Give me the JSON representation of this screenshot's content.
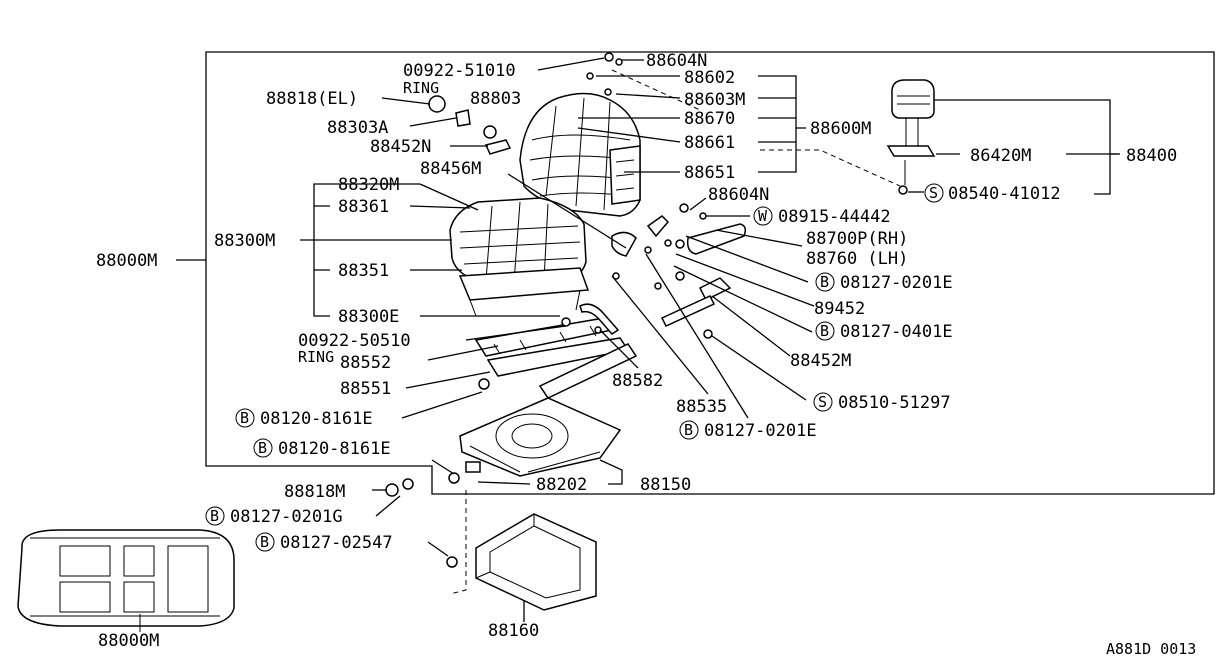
{
  "diagram": {
    "code": "A881D 0013",
    "vehicle_label": "88000M",
    "frame_label": "88000M",
    "labels": [
      {
        "id": "00922-51010",
        "text": "00922-51010"
      },
      {
        "id": "ring1",
        "text": "RING"
      },
      {
        "id": "88604N-a",
        "text": "88604N"
      },
      {
        "id": "88602",
        "text": "88602"
      },
      {
        "id": "88603M",
        "text": "88603M"
      },
      {
        "id": "88670",
        "text": "88670"
      },
      {
        "id": "88661",
        "text": "88661"
      },
      {
        "id": "88651",
        "text": "88651"
      },
      {
        "id": "88600M",
        "text": "88600M"
      },
      {
        "id": "88604N-b",
        "text": "88604N"
      },
      {
        "id": "88818EL",
        "text": "88818(EL)"
      },
      {
        "id": "88803",
        "text": "88803"
      },
      {
        "id": "88303A",
        "text": "88303A"
      },
      {
        "id": "88452N",
        "text": "88452N"
      },
      {
        "id": "88456M",
        "text": "88456M"
      },
      {
        "id": "88320M",
        "text": "88320M"
      },
      {
        "id": "88361",
        "text": "88361"
      },
      {
        "id": "88300M",
        "text": "88300M"
      },
      {
        "id": "88351",
        "text": "88351"
      },
      {
        "id": "88300E",
        "text": "88300E"
      },
      {
        "id": "00922-50510",
        "text": "00922-50510"
      },
      {
        "id": "ring2",
        "text": "RING"
      },
      {
        "id": "88552",
        "text": "88552"
      },
      {
        "id": "88551",
        "text": "88551"
      },
      {
        "id": "08120-8161E-a",
        "text": "08120-8161E",
        "prefix": "B"
      },
      {
        "id": "08120-8161E-b",
        "text": "08120-8161E",
        "prefix": "B"
      },
      {
        "id": "88582",
        "text": "88582"
      },
      {
        "id": "88535",
        "text": "88535"
      },
      {
        "id": "08127-0201E-c",
        "text": "08127-0201E",
        "prefix": "B"
      },
      {
        "id": "86420M",
        "text": "86420M"
      },
      {
        "id": "88400",
        "text": "88400"
      },
      {
        "id": "08540-41012",
        "text": "08540-41012",
        "prefix": "S"
      },
      {
        "id": "08915-44442",
        "text": "08915-44442",
        "prefix": "W"
      },
      {
        "id": "88700P",
        "text": "88700P(RH)"
      },
      {
        "id": "88760",
        "text": "88760 (LH)"
      },
      {
        "id": "08127-0201E-a",
        "text": "08127-0201E",
        "prefix": "B"
      },
      {
        "id": "89452",
        "text": "89452"
      },
      {
        "id": "08127-0401E",
        "text": "08127-0401E",
        "prefix": "B"
      },
      {
        "id": "88452M",
        "text": "88452M"
      },
      {
        "id": "08510-51297",
        "text": "08510-51297",
        "prefix": "S"
      },
      {
        "id": "88818M",
        "text": "88818M"
      },
      {
        "id": "88202",
        "text": "88202"
      },
      {
        "id": "88150",
        "text": "88150"
      },
      {
        "id": "08127-0201G",
        "text": "08127-0201G",
        "prefix": "B"
      },
      {
        "id": "08127-02547",
        "text": "08127-02547",
        "prefix": "B"
      },
      {
        "id": "88160",
        "text": "88160"
      }
    ]
  }
}
